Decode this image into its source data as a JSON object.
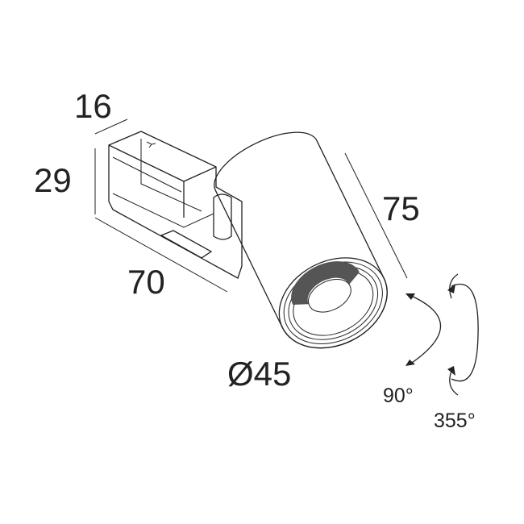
{
  "dimensions": {
    "depth": "16",
    "height": "29",
    "length": "70",
    "body_length": "75",
    "diameter": "Ø45",
    "tilt": "90°",
    "rotation": "355°"
  },
  "colors": {
    "line": "#222222",
    "reflector": "#555555",
    "background": "#ffffff"
  }
}
